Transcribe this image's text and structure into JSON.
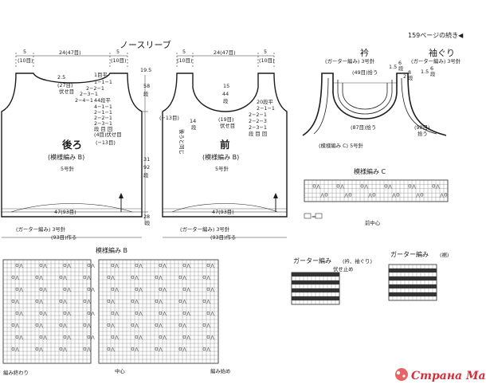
{
  "header": {
    "continued": "159ページの続き◀",
    "title": "ノースリーブ"
  },
  "back": {
    "top_dims": [
      "5",
      "(10目)",
      "24(47目)",
      "5",
      "(10目)"
    ],
    "shaping": [
      "2.5",
      "(27目)",
      "伏せ目",
      "1目平",
      "1−1−1",
      "2−2−1",
      "2−3−1",
      "2−4−1",
      "44段平",
      "4−1−1",
      "2−1−1",
      "2−2−1",
      "2−3−1",
      "段 目 回",
      "(4目)伏せ目",
      "(−13目)"
    ],
    "name": "後ろ",
    "pattern": "(模様編み B)",
    "needle": "5号針",
    "bottom": [
      "47(93目)",
      "(ガーター編み) 3号針",
      "(93目)作る"
    ],
    "vertical": [
      "19.5",
      "58",
      "段",
      "31",
      "92",
      "段",
      "2",
      "8",
      "段"
    ]
  },
  "front": {
    "top_dims": [
      "5",
      "(10目)",
      "24(47目)",
      "5",
      "(10目)"
    ],
    "shaping": [
      "15",
      "44",
      "段",
      "14",
      "段",
      "(19目)",
      "伏せ目",
      "20段平",
      "2−1−1",
      "2−2−1",
      "2−2−3",
      "2−3−1",
      "段 目 回",
      "(−13目)",
      "後ろと同じ"
    ],
    "name": "前",
    "pattern": "(模様編み B)",
    "needle": "5号針",
    "bottom": [
      "47(93目)",
      "(ガーター編み) 3号針",
      "(93目)作る"
    ]
  },
  "collar": {
    "title": "衿",
    "title_pattern": "(ガーター編み) 3号針",
    "armhole_title": "袖ぐり",
    "armhole_pattern": "(ガーター編み) 3号針",
    "labels": [
      "(49目)拾う",
      "1.5",
      "6",
      "段",
      "2",
      "8",
      "段",
      "1.5",
      "6",
      "段",
      "(87目)拾う",
      "(98目)",
      "拾う"
    ],
    "band_note": "(模様編み C) 5号針"
  },
  "chart_c": {
    "title": "模様編み C",
    "legend": "=",
    "center": "前中心"
  },
  "chart_b": {
    "title": "模様編み B",
    "labels": [
      "編み終わり",
      "中心",
      "編み始め"
    ]
  },
  "chart_g1": {
    "title": "ガーター編み",
    "subtitle": "(衿、袖ぐり)",
    "bindoff": "伏せ止め"
  },
  "chart_g2": {
    "title": "ガーター編み",
    "subtitle": "(裾)"
  },
  "watermark": "Страна Мам"
}
